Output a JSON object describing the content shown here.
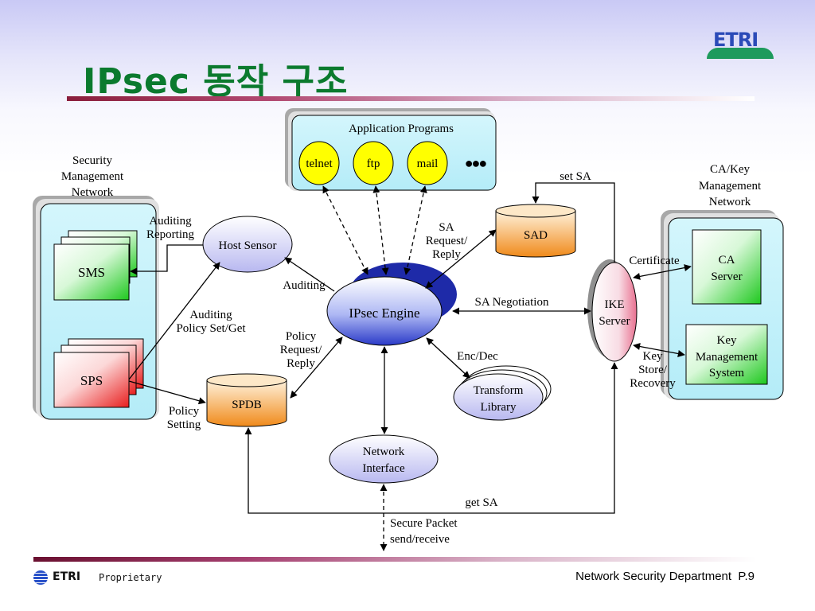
{
  "title": "IPsec 동작 구조",
  "logo": "ETRI",
  "footer": {
    "brand": "ETRI",
    "tag": "Proprietary",
    "department": "Network Security Department",
    "page": "P.9"
  },
  "diagram": {
    "app_programs": {
      "title": "Application Programs",
      "items": [
        "telnet",
        "ftp",
        "mail"
      ],
      "more": "●●●"
    },
    "security_mgmt": {
      "title": [
        "Security",
        "Management",
        "Network"
      ],
      "sms": "SMS",
      "sps": "SPS"
    },
    "ca_key": {
      "title": [
        "CA/Key",
        "Management",
        "Network"
      ],
      "ca_server": [
        "CA",
        "Server"
      ],
      "kms": [
        "Key",
        "Management",
        "System"
      ]
    },
    "nodes": {
      "host_sensor": "Host Sensor",
      "ipsec_engine": "IPsec Engine",
      "sad": "SAD",
      "spdb": "SPDB",
      "ike_server": [
        "IKE",
        "Server"
      ],
      "transform_library": [
        "Transform",
        "Library"
      ],
      "network_interface": [
        "Network",
        "Interface"
      ]
    },
    "labels": {
      "auditing_reporting": [
        "Auditing",
        "Reporting"
      ],
      "auditing": "Auditing",
      "auditing_policy": [
        "Auditing",
        "Policy Set/Get"
      ],
      "policy_request": [
        "Policy",
        "Request/",
        "Reply"
      ],
      "policy_setting": [
        "Policy",
        "Setting"
      ],
      "sa_request": [
        "SA",
        "Request/",
        "Reply"
      ],
      "set_sa": "set SA",
      "sa_negotiation": "SA Negotiation",
      "certificate": "Certificate",
      "key_store": [
        "Key",
        "Store/",
        "Recovery"
      ],
      "enc_dec": "Enc/Dec",
      "get_sa": "get SA",
      "secure_packet": [
        "Secure Packet",
        "send/receive"
      ]
    }
  }
}
